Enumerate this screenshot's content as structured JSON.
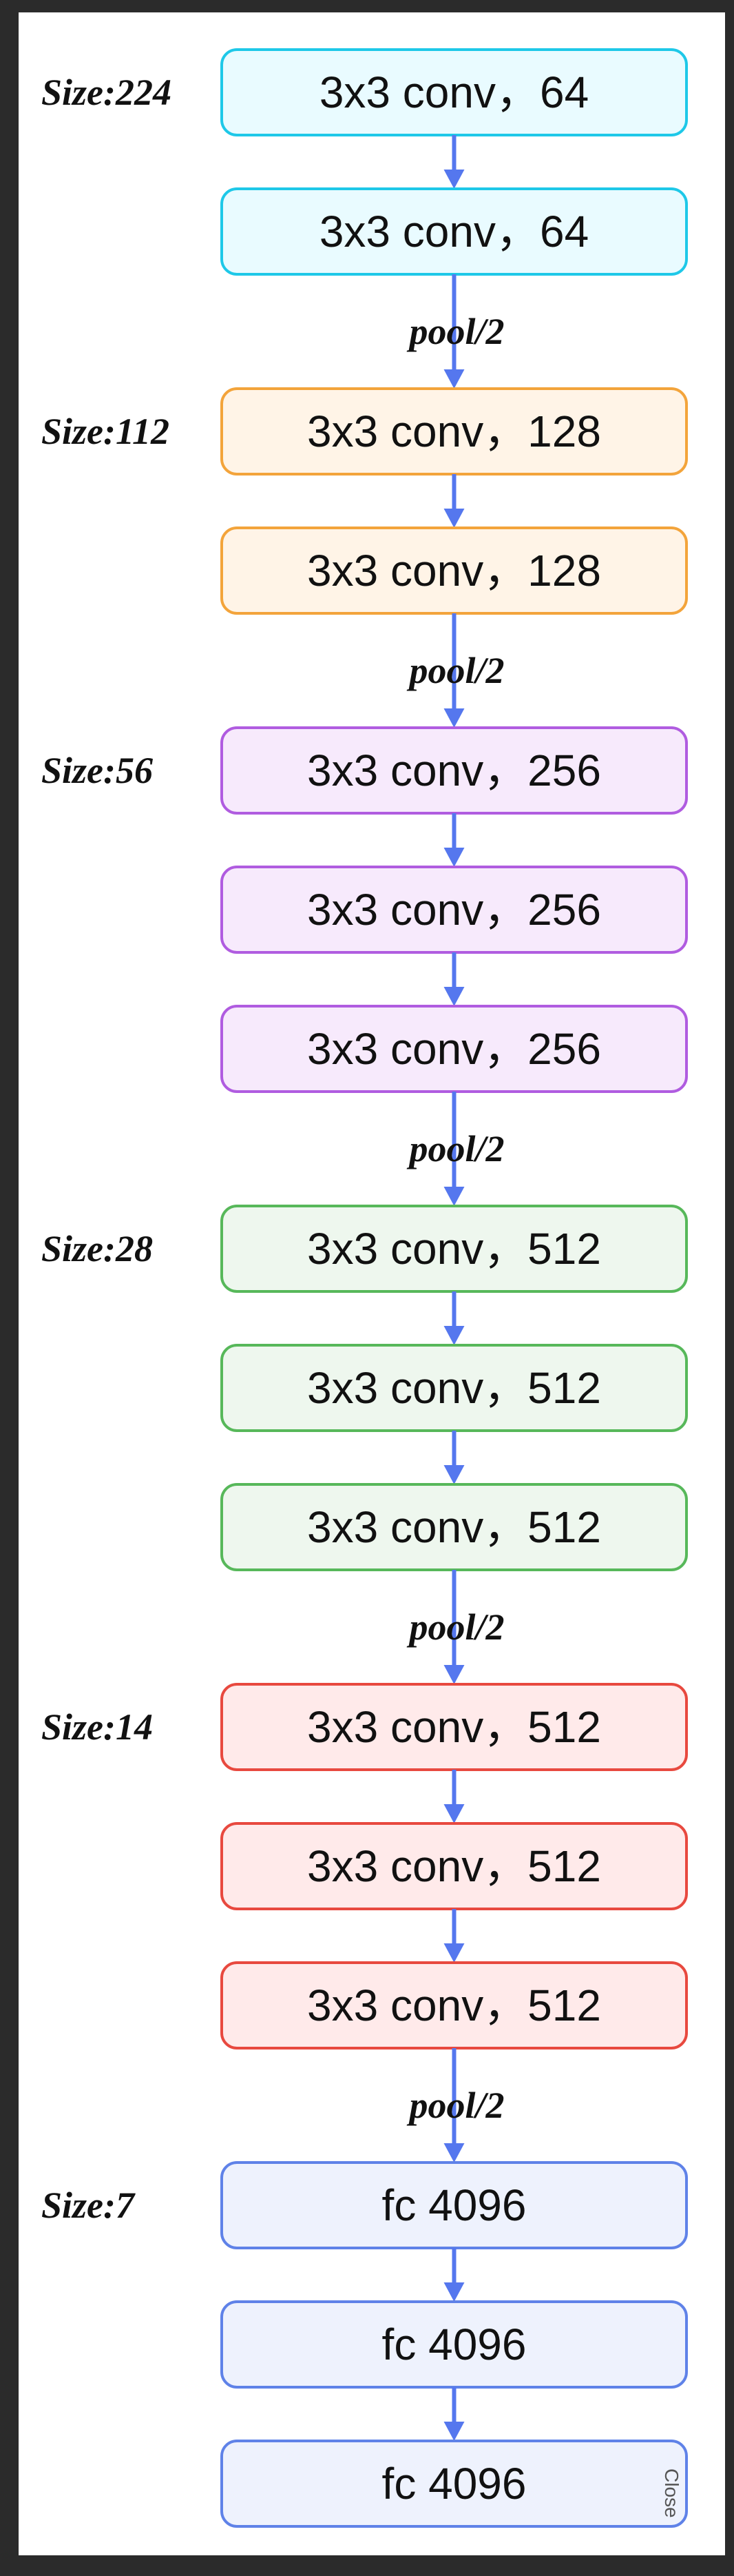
{
  "groups": [
    {
      "size_label": "Size:224",
      "color": {
        "fill": "#e9fbff",
        "stroke": "#1ec8e8"
      },
      "layers": [
        "3x3 conv，64",
        "3x3 conv，64"
      ]
    },
    {
      "size_label": "Size:112",
      "color": {
        "fill": "#fff4e7",
        "stroke": "#f3a43b"
      },
      "layers": [
        "3x3 conv，128",
        "3x3 conv，128"
      ]
    },
    {
      "size_label": "Size:56",
      "color": {
        "fill": "#f7eafc",
        "stroke": "#b05ce0"
      },
      "layers": [
        "3x3 conv，256",
        "3x3 conv，256",
        "3x3 conv，256"
      ]
    },
    {
      "size_label": "Size:28",
      "color": {
        "fill": "#eef7ee",
        "stroke": "#57b85a"
      },
      "layers": [
        "3x3 conv，512",
        "3x3 conv，512",
        "3x3 conv，512"
      ]
    },
    {
      "size_label": "Size:14",
      "color": {
        "fill": "#ffeaea",
        "stroke": "#e8493f"
      },
      "layers": [
        "3x3 conv，512",
        "3x3 conv，512",
        "3x3 conv，512"
      ]
    },
    {
      "size_label": "Size:7",
      "color": {
        "fill": "#eef2fd",
        "stroke": "#5f82e8"
      },
      "layers": [
        "fc 4096",
        "fc 4096",
        "fc 4096"
      ]
    }
  ],
  "pool_label": "pool/2",
  "arrow_color": "#5577ee",
  "close_label": "Close"
}
